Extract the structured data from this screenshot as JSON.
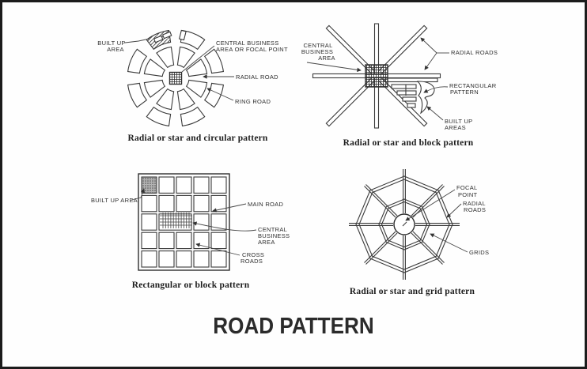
{
  "page": {
    "title": "ROAD PATTERN"
  },
  "colors": {
    "border": "#1c1c1c",
    "ink": "#3a3a3a",
    "text": "#2e2e2e",
    "built_up_fill": "#b3b3b3"
  },
  "diagrams": {
    "radial_circular": {
      "caption": "Radial or star and circular pattern",
      "labels": {
        "built_up_area": [
          "BUILT UP",
          "AREA"
        ],
        "central_business": [
          "CENTRAL BUSINESS",
          "AREA OR FOCAL POINT"
        ],
        "radial_road": "RADIAL ROAD",
        "ring_road": "RING ROAD"
      }
    },
    "radial_block": {
      "caption": "Radial or star and block pattern",
      "labels": {
        "central_business": [
          "CENTRAL",
          "BUSINESS",
          "AREA"
        ],
        "radial_roads": "RADIAL ROADS",
        "rectangular_pattern": [
          "RECTANGULAR",
          "PATTERN"
        ],
        "built_up_areas": [
          "BUILT UP",
          "AREAS"
        ]
      }
    },
    "rectangular_block": {
      "caption": "Rectangular or block pattern",
      "labels": {
        "built_up_area": "BUILT UP AREA",
        "main_road": "MAIN ROAD",
        "central_business": [
          "CENTRAL",
          "BUSINESS",
          "AREA"
        ],
        "cross_roads": [
          "CROSS",
          "ROADS"
        ]
      }
    },
    "radial_grid": {
      "caption": "Radial or star and grid pattern",
      "labels": {
        "focal_point": [
          "FOCAL",
          "POINT"
        ],
        "radial_roads": [
          "RADIAL",
          "ROADS"
        ],
        "grids": "GRIDS"
      }
    }
  }
}
